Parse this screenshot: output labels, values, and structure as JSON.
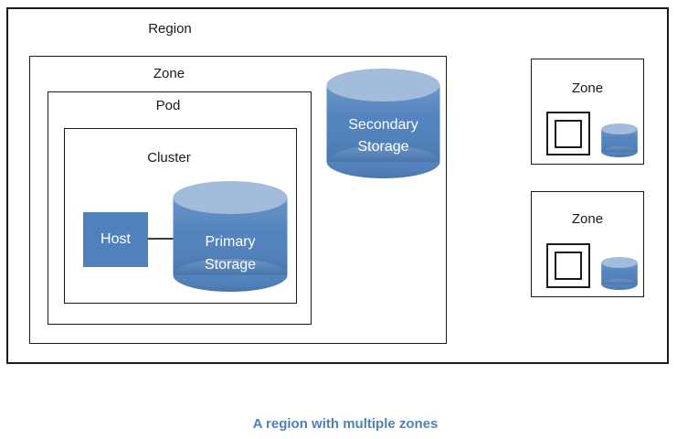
{
  "diagram": {
    "region": {
      "label": "Region"
    },
    "zone_main": {
      "label": "Zone"
    },
    "pod": {
      "label": "Pod"
    },
    "cluster": {
      "label": "Cluster"
    },
    "host": {
      "label": "Host"
    },
    "primary_storage": {
      "line1": "Primary",
      "line2": "Storage"
    },
    "secondary_storage": {
      "line1": "Secondary",
      "line2": "Storage"
    },
    "zone_small_top": {
      "label": "Zone"
    },
    "zone_small_bottom": {
      "label": "Zone"
    }
  },
  "caption": {
    "text": "A region with multiple zones"
  },
  "colors": {
    "cylinder_body": "#4f81bd",
    "cylinder_top": "#a3bcdc",
    "host_fill": "#4f81bd",
    "caption_text": "#4f81bd",
    "connector": "#404040",
    "border": "#1a1a1a",
    "label_text": "#1a1a1a",
    "cylinder_label_text": "#ffffff"
  }
}
